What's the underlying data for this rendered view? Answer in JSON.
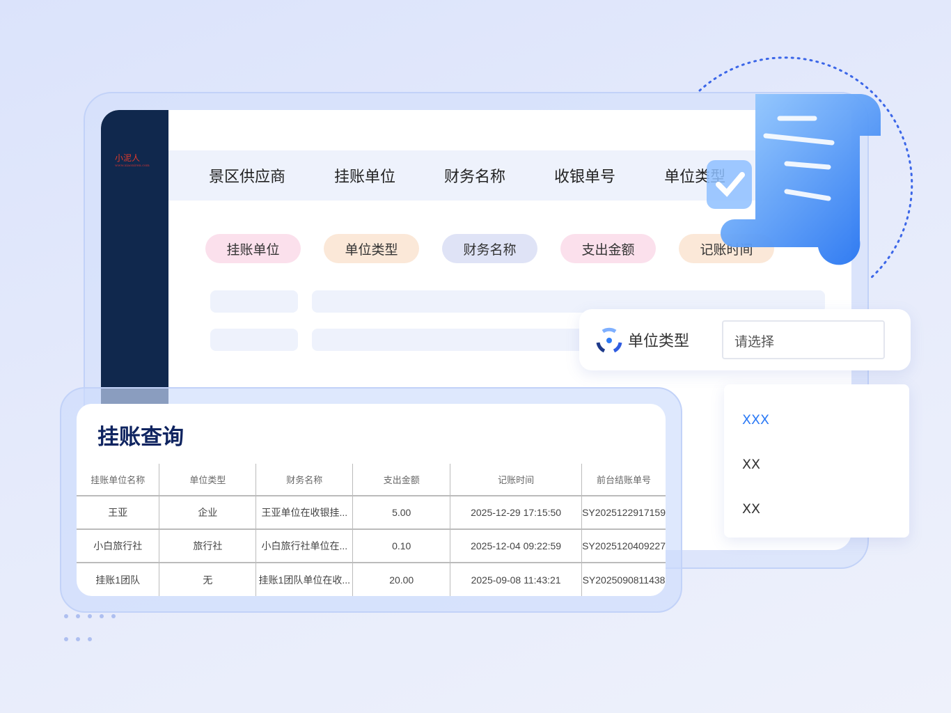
{
  "logo": {
    "text": "小泥人"
  },
  "nav": {
    "items": [
      "景区供应商",
      "挂账单位",
      "财务名称",
      "收银单号",
      "单位类型"
    ]
  },
  "chips": [
    {
      "label": "挂账单位",
      "color": "#fbe0ec"
    },
    {
      "label": "单位类型",
      "color": "#fbe8d8"
    },
    {
      "label": "财务名称",
      "color": "#dfe3f6"
    },
    {
      "label": "支出金额",
      "color": "#fbe0ec"
    },
    {
      "label": "记账时间",
      "color": "#fbe8d8"
    }
  ],
  "filter": {
    "label": "单位类型",
    "placeholder": "请选择"
  },
  "dropdown": {
    "options": [
      "XXX",
      "XX",
      "XX"
    ],
    "selected_color": "#2f7cf6"
  },
  "table": {
    "title": "挂账查询",
    "headers": [
      "挂账单位名称",
      "单位类型",
      "财务名称",
      "支出金额",
      "记账时间",
      "前台结账单号"
    ],
    "rows": [
      [
        "王亚",
        "企业",
        "王亚单位在收银挂...",
        "5.00",
        "2025-12-29 17:15:50",
        "SY2025122917159"
      ],
      [
        "小白旅行社",
        "旅行社",
        "小白旅行社单位在...",
        "0.10",
        "2025-12-04 09:22:59",
        "SY2025120409227"
      ],
      [
        "挂账1团队",
        "无",
        "挂账1团队单位在收...",
        "20.00",
        "2025-09-08 11:43:21",
        "SY2025090811438"
      ]
    ]
  }
}
